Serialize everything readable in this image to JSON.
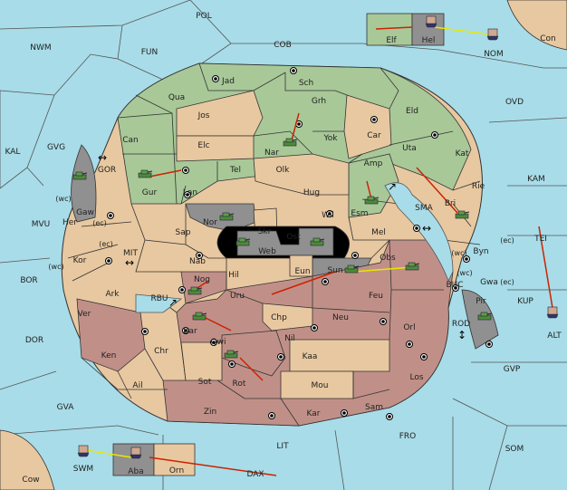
{
  "colors": {
    "sea": "#a8dce8",
    "neutral": "#e8c8a0",
    "green": "#a8c898",
    "rose": "#c09088",
    "gray": "#909090",
    "black": "#000000",
    "order_arrow": "#cc2200",
    "support_line": "#e8e800"
  },
  "labels": {
    "POL": "POL",
    "NWM": "NWM",
    "FUN": "FUN",
    "COB": "COB",
    "NOM": "NOM",
    "Con": "Con",
    "OVD": "OVD",
    "KAL": "KAL",
    "GVG": "GVG",
    "MVU": "MVU",
    "BOR": "BOR",
    "DOR": "DOR",
    "GVA": "GVA",
    "LIT": "LIT",
    "DAX": "DAX",
    "Cow": "Cow",
    "SWM": "SWM",
    "FRO": "FRO",
    "SOM": "SOM",
    "GVP": "GVP",
    "ALT": "ALT",
    "KUP": "KUP",
    "TEI": "TEI",
    "KAM": "KAM",
    "SMA": "SMA",
    "MIT": "MIT",
    "RBU": "RBU",
    "GOR": "GOR",
    "BUC": "BUC",
    "ROD": "ROD",
    "Elf": "Elf",
    "Hel": "Hel",
    "Jad": "Jad",
    "Sch": "Sch",
    "Qua": "Qua",
    "Jos": "Jos",
    "Grh": "Grh",
    "Eld": "Eld",
    "Can": "Can",
    "Elc": "Elc",
    "Nar": "Nar",
    "Yok": "Yok",
    "Car": "Car",
    "Uta": "Uta",
    "Kat": "Kat",
    "Olk": "Olk",
    "Amp": "Amp",
    "Tel": "Tel",
    "Gur": "Gur",
    "Lan": "Lan",
    "Hug": "Hug",
    "Gaw": "Gaw",
    "Esm": "Esm",
    "Bri": "Bri",
    "Rie": "Rie",
    "Nor": "Nor",
    "Skr": "Skr",
    "Wil": "Wil",
    "Her": "Her",
    "Sap": "Sap",
    "Ost": "Ost",
    "Web": "Web",
    "Mel": "Mel",
    "Byn": "Byn",
    "Kor": "Kor",
    "Nab": "Nab",
    "Eun": "Eun",
    "Obs": "Obs",
    "Gwa": "Gwa",
    "Hil": "Hil",
    "Sun": "Sun",
    "Nog": "Nog",
    "Ark": "Ark",
    "Uru": "Uru",
    "Feu": "Feu",
    "Pir": "Pir",
    "Ver": "Ver",
    "Chp": "Chp",
    "Neu": "Neu",
    "Orl": "Orl",
    "Bar": "Bar",
    "Qwi": "Qwi",
    "Nil": "Nil",
    "Ken": "Ken",
    "Chr": "Chr",
    "Kaa": "Kaa",
    "Los": "Los",
    "Ail": "Ail",
    "Sot": "Sot",
    "Rot": "Rot",
    "Mou": "Mou",
    "Zin": "Zin",
    "Kar": "Kar",
    "Sam": "Sam",
    "Aba": "Aba",
    "Orn": "Orn",
    "wc": "(wc)",
    "ec": "(ec)"
  }
}
